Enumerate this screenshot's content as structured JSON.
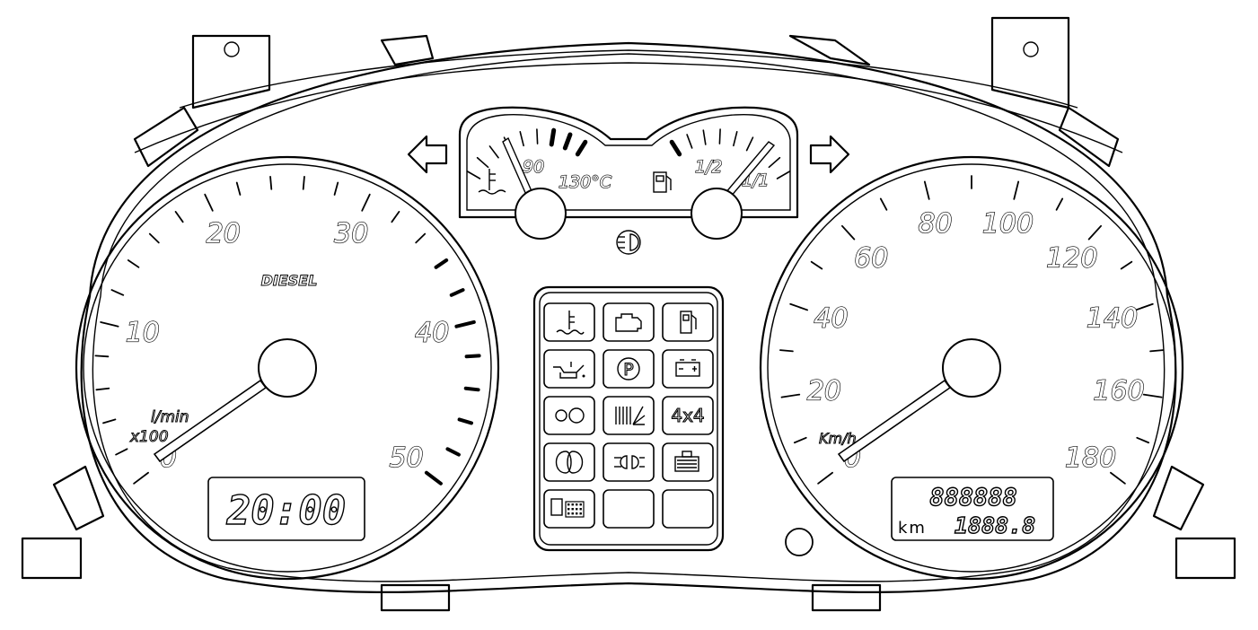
{
  "tachometer": {
    "label_fuel": "DIESEL",
    "unit_line1": "l/min",
    "unit_line2": "x100",
    "scale_labels": [
      "0",
      "10",
      "20",
      "30",
      "40",
      "50"
    ],
    "clock_display": "20:00"
  },
  "speedometer": {
    "unit": "Km/h",
    "scale_labels": [
      "0",
      "20",
      "40",
      "60",
      "80",
      "100",
      "120",
      "140",
      "160",
      "180"
    ],
    "odometer_display": "888888",
    "trip_unit": "km",
    "trip_display": "1888.8"
  },
  "coolant_gauge": {
    "label_mid": "90",
    "label_max": "130°C"
  },
  "fuel_gauge": {
    "label_half": "1/2",
    "label_full": "1/1"
  },
  "warning_lights": [
    {
      "name": "coolant-temperature-warning-icon",
      "text": ""
    },
    {
      "name": "check-engine-warning-icon",
      "text": ""
    },
    {
      "name": "low-fuel-warning-icon",
      "text": ""
    },
    {
      "name": "oil-pressure-warning-icon",
      "text": ""
    },
    {
      "name": "parking-brake-warning-icon",
      "text": "P"
    },
    {
      "name": "battery-charge-warning-icon",
      "text": ""
    },
    {
      "name": "gearbox-warning-icon",
      "text": ""
    },
    {
      "name": "high-beam-indicator-icon",
      "text": ""
    },
    {
      "name": "four-wheel-drive-indicator-icon",
      "text": "4x4"
    },
    {
      "name": "glow-plug-indicator-icon",
      "text": ""
    },
    {
      "name": "fog-light-indicator-icon",
      "text": ""
    },
    {
      "name": "coolant-level-warning-icon",
      "text": ""
    },
    {
      "name": "water-in-fuel-warning-icon",
      "text": ""
    },
    {
      "name": "empty-indicator-slot",
      "text": ""
    },
    {
      "name": "empty-indicator-slot",
      "text": ""
    }
  ]
}
